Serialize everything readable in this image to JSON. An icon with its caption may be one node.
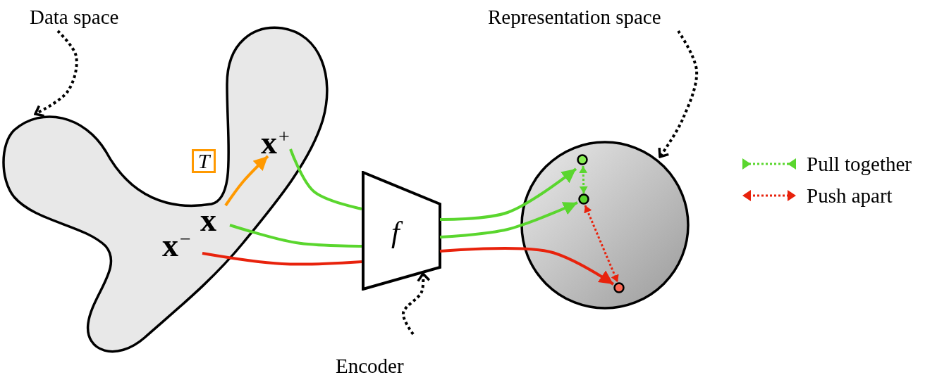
{
  "diagram": {
    "nodes": [
      {
        "text": [
          "Data space"
        ]
      },
      {
        "text": [],
        "shape": "blob"
      },
      {
        "text": [
          "**x**$^{+}$"
        ],
        "in": 1
      },
      {
        "text": [
          "T"
        ]
      },
      {
        "text": [
          "x"
        ],
        "in": 1
      },
      {
        "text": [
          "**x**$^{−}$"
        ],
        "in": 1
      },
      {
        "text": [
          "f"
        ]
      },
      {
        "text": [
          "Encoder"
        ]
      },
      {
        "text": [
          "Representation space"
        ]
      },
      {
        "text": [],
        "shape": "circle"
      },
      {
        "text": [],
        "shape": "circle",
        "in": 9
      },
      {
        "text": [],
        "shape": "circle",
        "in": 9
      },
      {
        "text": [],
        "shape": "circle",
        "in": 9
      }
    ],
    "edges": [
      {
        "from": 0,
        "to": 1,
        "arrow": "to",
        "style": "dashed",
        "color": "#000000"
      },
      {
        "from": 8,
        "to": 9,
        "arrow": "to",
        "style": "dashed",
        "color": "#000000"
      },
      {
        "from": 7,
        "to": 6,
        "arrow": "to",
        "style": "dashed",
        "color": "#000000"
      },
      {
        "from": 4,
        "to": 2,
        "arrow": "to",
        "color": "#ff9900"
      },
      {
        "from": 2,
        "to": 6,
        "arrow": "none"
      },
      {
        "from": 4,
        "to": 6,
        "arrow": "none"
      },
      {
        "from": 5,
        "to": 6,
        "arrow": "none",
        "color": "#e8220c"
      },
      {
        "from": 6,
        "to": 10,
        "arrow": "to"
      },
      {
        "from": 6,
        "to": 11,
        "arrow": "to"
      },
      {
        "from": 6,
        "to": 12,
        "arrow": "to",
        "color": "#e8220c"
      },
      {
        "from": 11,
        "to": 10,
        "arrow": "both",
        "style": "dashed"
      },
      {
        "from": 11,
        "to": 12,
        "arrow": "both",
        "style": "dashed",
        "color": "#e8220c"
      }
    ],
    "legend": [
      {
        "text": "Pull together"
      },
      {
        "text": "Push apart"
      }
    ]
  }
}
